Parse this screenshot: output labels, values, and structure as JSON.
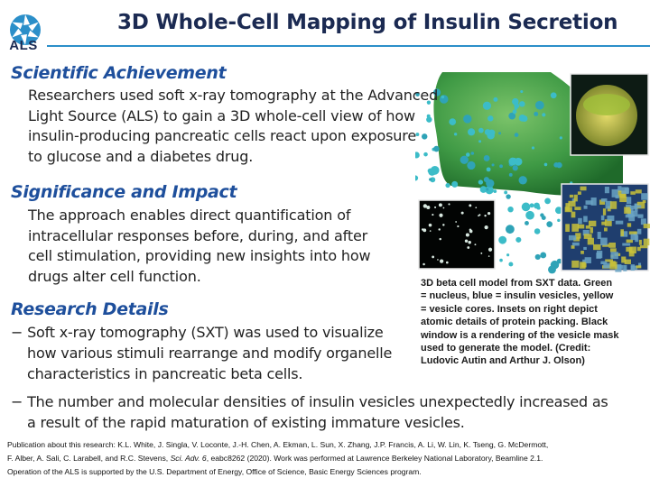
{
  "logo": {
    "text": "ALS",
    "icon": "als-aperture-logo"
  },
  "title": "3D Whole-Cell Mapping of Insulin Secretion",
  "sections": {
    "achievement": {
      "heading": "Scientific Achievement",
      "lines": [
        "Researchers used soft x-ray tomography at the Advanced",
        "Light Source (ALS) to gain a 3D whole-cell view of how",
        "insulin-producing pancreatic cells react upon exposure",
        "to glucose and a diabetes drug."
      ]
    },
    "significance": {
      "heading": "Significance and Impact",
      "lines": [
        "The approach enables direct quantification of",
        "intracellular responses before, during, and after",
        "cell stimulation, providing new insights into how",
        "drugs alter cell function."
      ]
    },
    "details": {
      "heading": "Research Details",
      "bullet1": [
        "− Soft x-ray tomography (SXT) was used to visualize",
        "how various stimuli rearrange and modify organelle",
        "characteristics in pancreatic beta cells."
      ],
      "bullet2": [
        "− The number and molecular densities of insulin vesicles unexpectedly increased as",
        "a result of the rapid maturation of existing immature vesicles."
      ]
    }
  },
  "figure": {
    "caption_lines": [
      "3D beta cell model from SXT data. Green",
      "= nucleus, blue = insulin vesicles, yellow",
      "= vesicle cores. Insets on right depict",
      "atomic details of protein packing. Black",
      "window is a rendering of the vesicle mask",
      "used to generate the model. (Credit:",
      "Ludovic Autin and Arthur J. Olson)"
    ]
  },
  "publication": {
    "line1": "Publication about this research: K.L. White, J. Singla, V. Loconte, J.-H. Chen, A. Ekman, L. Sun, X. Zhang, J.P. Francis, A. Li, W. Lin, K. Tseng, G. McDermott,",
    "line2a": "F. Alber, A. Sali, C. Larabell, and R.C. Stevens, ",
    "line2_journal": "Sci. Adv.",
    "line2_volume": "6",
    "line2b": ", eabc8262 (2020). Work was performed at Lawrence Berkeley National Laboratory, Beamline 2.1.",
    "line3": "Operation of the ALS is supported by the U.S. Department of Energy, Office of Science, Basic Energy Sciences program."
  },
  "colors": {
    "title": "#1b2a52",
    "heading": "#1e4f9c",
    "rule": "#2b8fc9",
    "nucleus_green": "#3f9a45",
    "vesicle_blue": "#2fa3b7",
    "core_yellow": "#c9c23a"
  }
}
